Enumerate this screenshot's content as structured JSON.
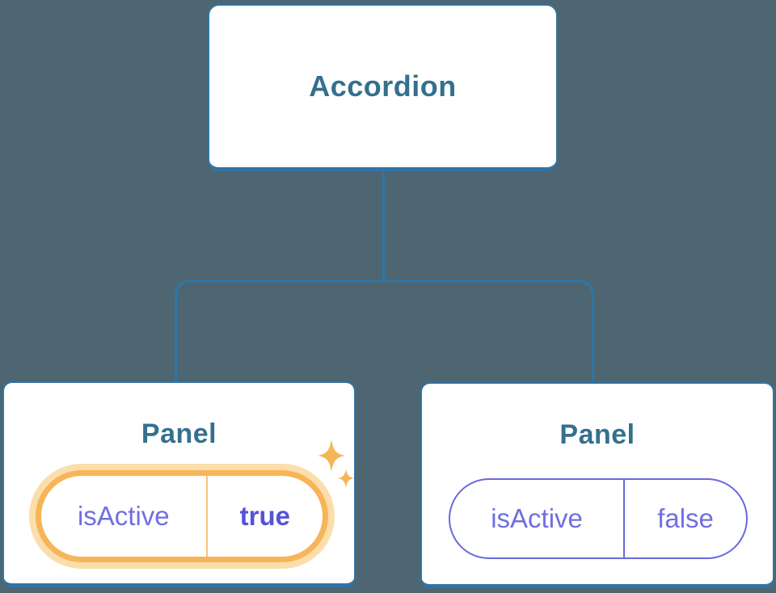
{
  "tree": {
    "root": {
      "label": "Accordion"
    },
    "panels": [
      {
        "title": "Panel",
        "state_name": "isActive",
        "state_value": "true",
        "highlighted": true
      },
      {
        "title": "Panel",
        "state_name": "isActive",
        "state_value": "false",
        "highlighted": false
      }
    ]
  },
  "icons": {
    "sparkle_large": "four-point-star",
    "sparkle_small": "four-point-star"
  },
  "colors": {
    "canvas-bg": "#4d6671",
    "node-bg": "#ffffff",
    "node-border": "#3273a3",
    "line-blue": "#2f76a5",
    "node-text": "#35708e",
    "state-text": "#6f6fe3",
    "state-text-bold": "#5454d8",
    "state-border": "#6a6ada",
    "highlight-orange": "#f6b558",
    "highlight-halo": "#fbdeac"
  }
}
